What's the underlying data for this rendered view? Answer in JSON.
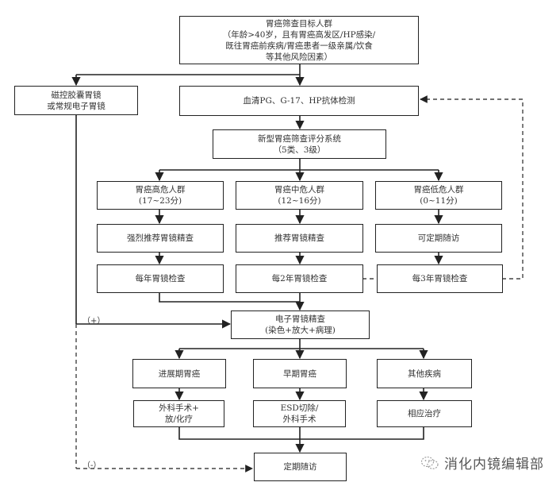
{
  "title": "胃癌筛查流程图",
  "nodes": {
    "target": {
      "lines": [
        "胃癌筛查目标人群",
        "（年龄>40岁，且有胃癌高发区/HP感染/",
        "既往胃癌前疾病/胃癌患者一级亲属/饮食",
        "等其他风险因素）"
      ]
    },
    "capsule": {
      "lines": [
        "磁控胶囊胃镜",
        "或常规电子胃镜"
      ]
    },
    "serum": {
      "lines": [
        "血清PG、G-17、HP抗体检测"
      ]
    },
    "score": {
      "lines": [
        "新型胃癌筛查评分系统",
        "（5类、3级）"
      ]
    },
    "high_risk": {
      "lines": [
        "胃癌高危人群",
        "(17~23分)"
      ]
    },
    "mid_risk": {
      "lines": [
        "胃癌中危人群",
        "(12~16分)"
      ]
    },
    "low_risk": {
      "lines": [
        "胃癌低危人群",
        "(0~11分)"
      ]
    },
    "high_action": {
      "lines": [
        "强烈推荐胃镜精查"
      ]
    },
    "mid_action": {
      "lines": [
        "推荐胃镜精查"
      ]
    },
    "low_action": {
      "lines": [
        "可定期随访"
      ]
    },
    "high_interval": {
      "lines": [
        "每年胃镜检查"
      ]
    },
    "mid_interval": {
      "lines": [
        "每2年胃镜检查"
      ]
    },
    "low_interval": {
      "lines": [
        "每3年胃镜检查"
      ]
    },
    "egd": {
      "lines": [
        "电子胃镜精查",
        "(染色+放大+病理)"
      ]
    },
    "advanced": {
      "lines": [
        "进展期胃癌"
      ]
    },
    "early": {
      "lines": [
        "早期胃癌"
      ]
    },
    "other": {
      "lines": [
        "其他疾病"
      ]
    },
    "advanced_tx": {
      "lines": [
        "外科手术+",
        "放/化疗"
      ]
    },
    "early_tx": {
      "lines": [
        "ESD切除/",
        "外科手术"
      ]
    },
    "other_tx": {
      "lines": [
        "相应治疗"
      ]
    },
    "followup": {
      "lines": [
        "定期随访"
      ]
    }
  },
  "edge_labels": {
    "positive": "（+）",
    "negative": "（-）"
  },
  "watermark": {
    "icon": "wechat-icon",
    "text": "消化内镜编辑部"
  },
  "colors": {
    "line": "#222222",
    "dashed": "#444444",
    "text": "#333333"
  }
}
